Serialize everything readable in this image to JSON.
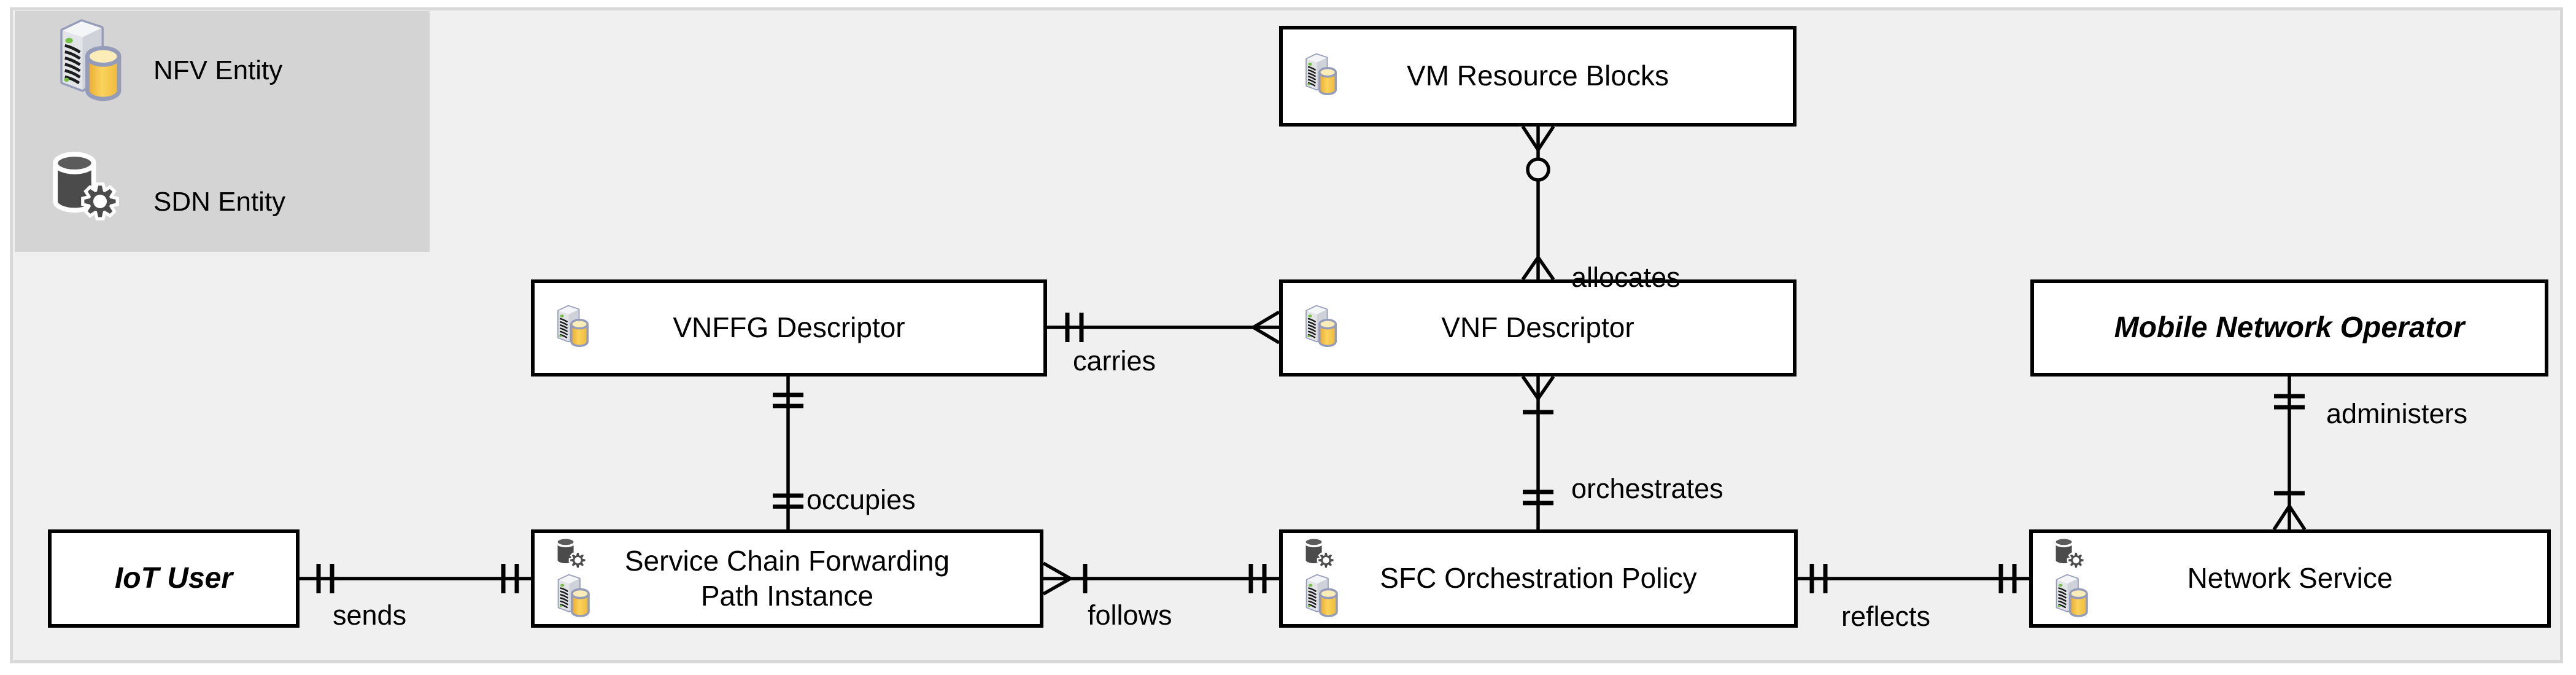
{
  "diagram": {
    "type": "entity-relationship",
    "background_color": "#f0f0f0",
    "box_border_color": "#000000",
    "legend": {
      "background_color": "#d4d4d4",
      "items": [
        {
          "icon": "nfv-entity-icon",
          "label": "NFV Entity"
        },
        {
          "icon": "sdn-entity-icon",
          "label": "SDN Entity"
        }
      ]
    },
    "entities": [
      {
        "id": "vm-resource-blocks",
        "label": "VM Resource Blocks",
        "icons": [
          "nfv"
        ],
        "style": "normal"
      },
      {
        "id": "vnffg-descriptor",
        "label": "VNFFG Descriptor",
        "icons": [
          "nfv"
        ],
        "style": "normal"
      },
      {
        "id": "vnf-descriptor",
        "label": "VNF Descriptor",
        "icons": [
          "nfv"
        ],
        "style": "normal"
      },
      {
        "id": "mobile-network-operator",
        "label": "Mobile Network Operator",
        "icons": [],
        "style": "bold-italic"
      },
      {
        "id": "iot-user",
        "label": "IoT User",
        "icons": [],
        "style": "bold-italic"
      },
      {
        "id": "service-chain-forwarding-path-instance",
        "label": "Service Chain Forwarding Path Instance",
        "icons": [
          "sdn",
          "nfv"
        ],
        "style": "normal"
      },
      {
        "id": "sfc-orchestration-policy",
        "label": "SFC Orchestration Policy",
        "icons": [
          "sdn",
          "nfv"
        ],
        "style": "normal"
      },
      {
        "id": "network-service",
        "label": "Network Service",
        "icons": [
          "sdn",
          "nfv"
        ],
        "style": "normal"
      }
    ],
    "relationships": [
      {
        "label": "allocates",
        "from": "VM Resource Blocks",
        "to": "VNF Descriptor",
        "from_end": "zero-or-many",
        "to_end": "many"
      },
      {
        "label": "carries",
        "from": "VNFFG Descriptor",
        "to": "VNF Descriptor",
        "from_end": "one-and-only-one",
        "to_end": "many"
      },
      {
        "label": "occupies",
        "from": "VNFFG Descriptor",
        "to": "Service Chain Forwarding Path Instance",
        "from_end": "one-and-only-one",
        "to_end": "one-and-only-one"
      },
      {
        "label": "orchestrates",
        "from": "VNF Descriptor",
        "to": "SFC Orchestration Policy",
        "from_end": "one-or-many",
        "to_end": "one-and-only-one"
      },
      {
        "label": "administers",
        "from": "Mobile Network Operator",
        "to": "Network Service",
        "from_end": "one-and-only-one",
        "to_end": "one-or-many"
      },
      {
        "label": "sends",
        "from": "IoT User",
        "to": "Service Chain Forwarding Path Instance",
        "from_end": "one-and-only-one",
        "to_end": "one-and-only-one"
      },
      {
        "label": "follows",
        "from": "Service Chain Forwarding Path Instance",
        "to": "SFC Orchestration Policy",
        "from_end": "one-or-many",
        "to_end": "one-and-only-one"
      },
      {
        "label": "reflects",
        "from": "SFC Orchestration Policy",
        "to": "Network Service",
        "from_end": "one-and-only-one",
        "to_end": "one-and-only-one"
      }
    ]
  }
}
